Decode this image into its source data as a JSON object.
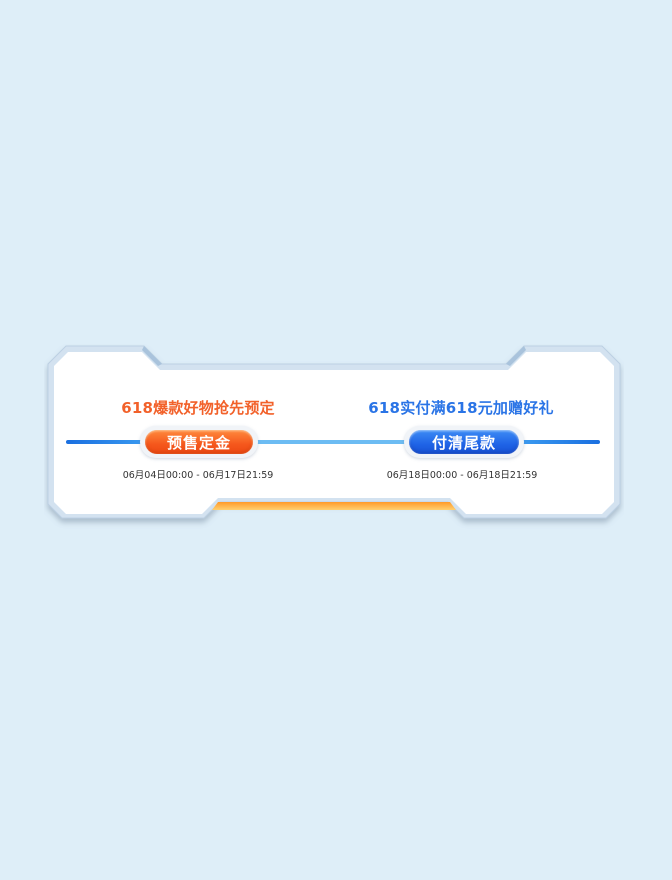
{
  "colors": {
    "background": "#deeef8",
    "panel": "#ffffff",
    "frame": "#c7d9ea",
    "accent_orange": "#f2612a",
    "accent_blue": "#2a74e6",
    "timeline_blue": "#1a6fe0",
    "bottom_bar_orange": "#ffa530"
  },
  "stages": [
    {
      "title": "618爆款好物抢先预定",
      "button_label": "预售定金",
      "date_range": "06月04日00:00 - 06月17日21:59",
      "theme": "orange"
    },
    {
      "title": "618实付满618元加赠好礼",
      "button_label": "付清尾款",
      "date_range": "06月18日00:00 - 06月18日21:59",
      "theme": "blue"
    }
  ]
}
